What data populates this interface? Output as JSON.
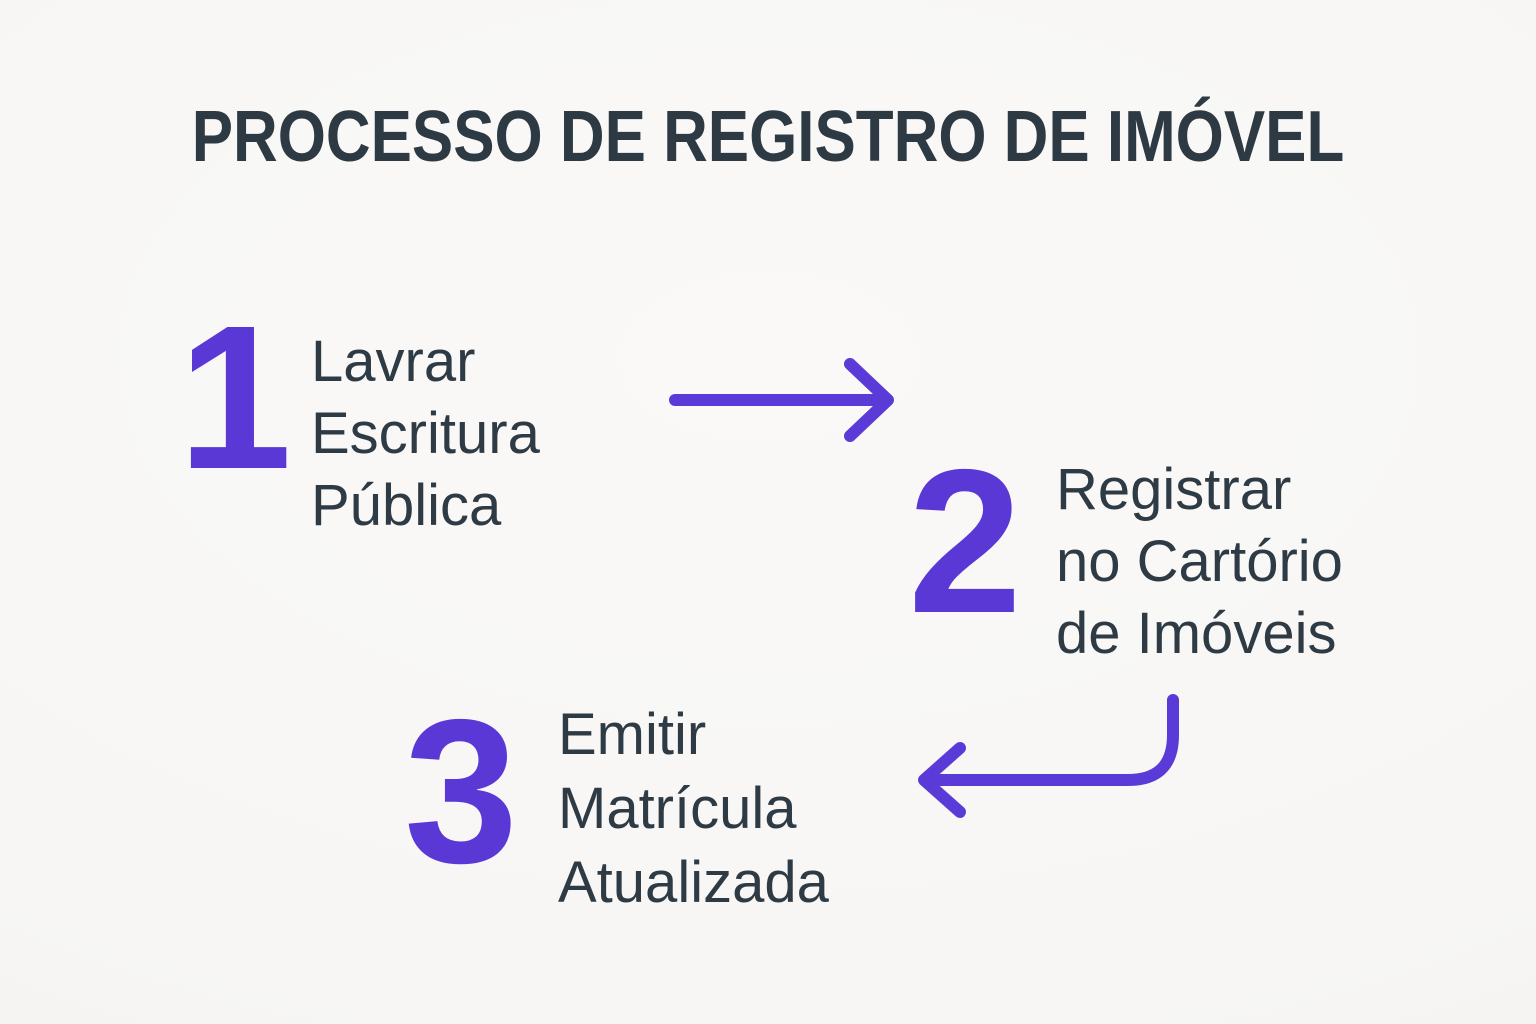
{
  "title": "PROCESSO DE REGISTRO DE IMÓVEL",
  "steps": [
    {
      "number": "1",
      "label": "Lavrar\nEscritura\nPública"
    },
    {
      "number": "2",
      "label": "Registrar\nno Cartório\nde Imóveis"
    },
    {
      "number": "3",
      "label": "Emitir\nMatrícula\nAtualizada"
    }
  ],
  "icons": [
    {
      "name": "arrow-right-icon",
      "meaning": "flow from step 1 to step 2"
    },
    {
      "name": "arrow-curve-down-left-icon",
      "meaning": "flow from step 2 to step 3"
    }
  ],
  "colors": {
    "background": "#f7f6f4",
    "heading_text": "#2d3a43",
    "body_text": "#2e3b45",
    "accent_purple": "#5a38d6"
  }
}
